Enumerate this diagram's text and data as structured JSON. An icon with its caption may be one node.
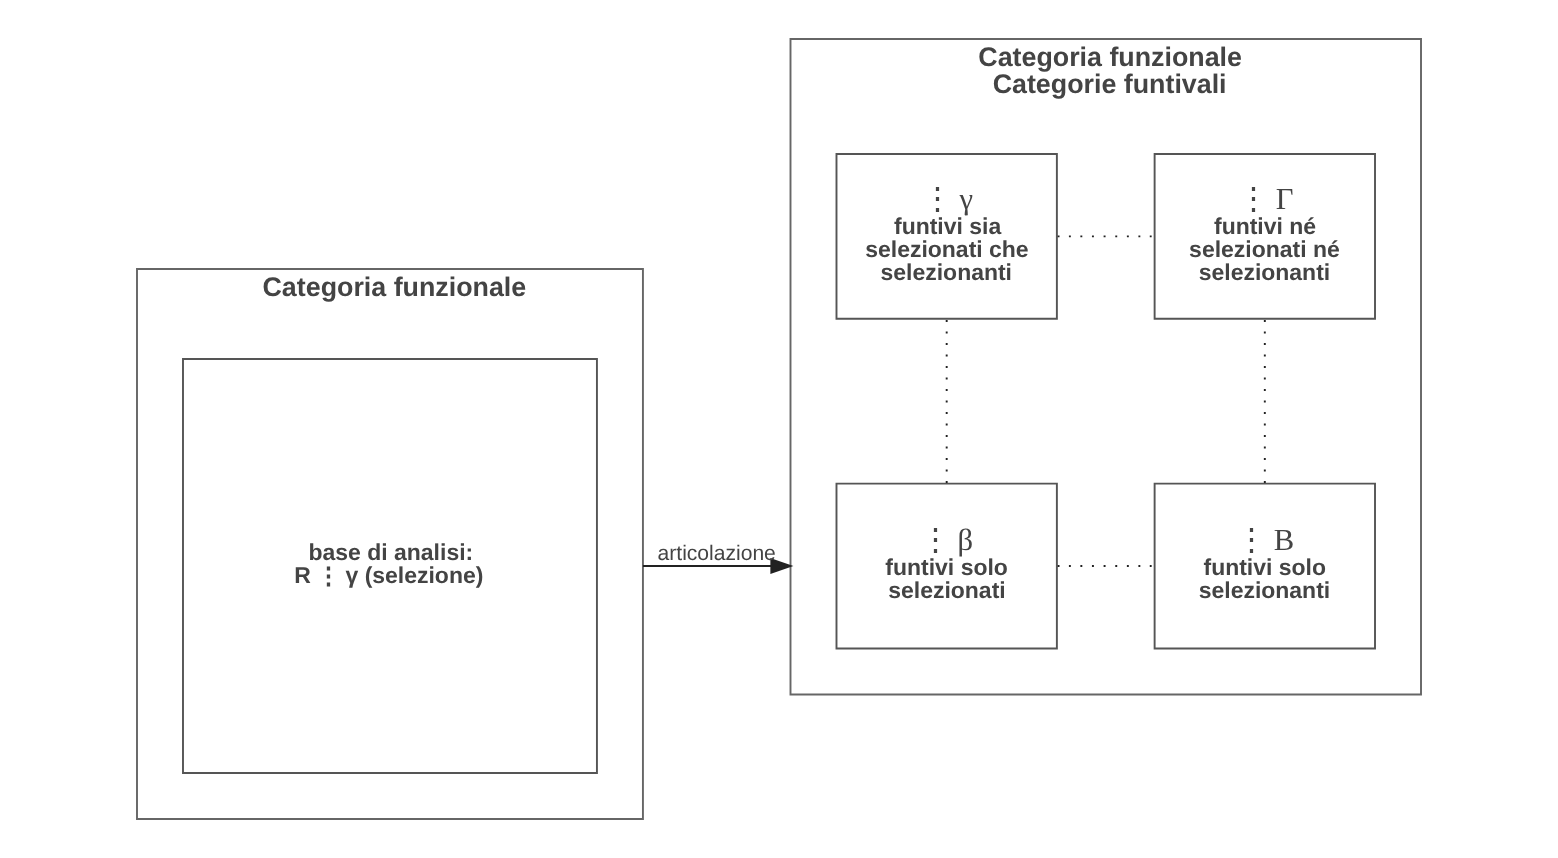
{
  "diagram": {
    "nodes": [
      {
        "text": [
          "Categoria funzionale"
        ]
      },
      {
        "text": [
          "base di analisi:",
          "R ⋮ γ (selezione)"
        ],
        "in": 0
      },
      {
        "text": [
          "Categoria funzionale",
          "Categorie funtivali"
        ]
      },
      {
        "text": [
          "⋮ β",
          "funtivi solo selezionati"
        ],
        "in": 2
      },
      {
        "text": [
          "⋮ B",
          "funtivi solo selezionanti"
        ],
        "in": 2
      },
      {
        "text": [
          "⋮ γ",
          "funtivi sia selezionati che selezionanti"
        ],
        "in": 2
      },
      {
        "text": [
          "⋮ Γ",
          "funtivi né selezionati né selezionanti"
        ],
        "in": 2
      }
    ],
    "edges": [
      {
        "from": 0,
        "to": 2,
        "arrow": "to",
        "label": "articolazione"
      },
      {
        "from": 3,
        "to": 4,
        "arrow": "none",
        "style": "dashed"
      },
      {
        "from": 3,
        "to": 5,
        "arrow": "none",
        "style": "dashed"
      },
      {
        "from": 4,
        "to": 6,
        "arrow": "none",
        "style": "dashed"
      },
      {
        "from": 5,
        "to": 6,
        "arrow": "none",
        "style": "dashed"
      }
    ]
  }
}
